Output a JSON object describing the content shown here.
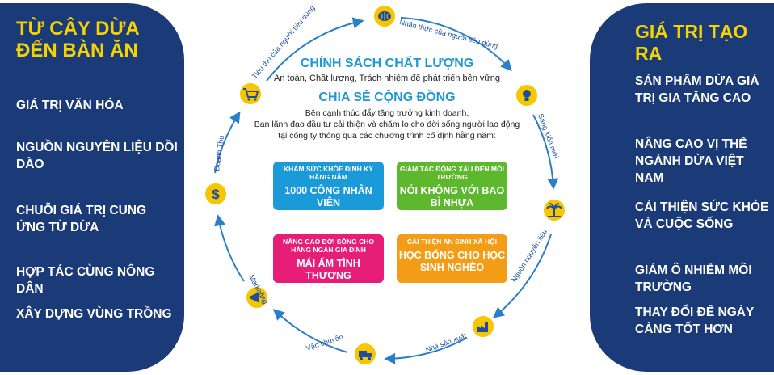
{
  "left_panel": {
    "title_line1": "TỪ CÂY DỪA",
    "title_line2": "ĐẾN BÀN ĂN",
    "items": [
      "GIÁ TRỊ VĂN HÓA",
      "NGUỒN NGUYÊN LIỆU DỒI DÀO",
      "CHUỖI GIÁ TRỊ CUNG ỨNG TỪ DỪA",
      "HỢP TÁC CÙNG NÔNG DÂN",
      "XÂY DỰNG VÙNG TRỒNG"
    ]
  },
  "right_panel": {
    "title": "GIÁ TRỊ TẠO RA",
    "items": [
      "SẢN PHẨM DỪA GIÁ TRỊ GIA TĂNG CAO",
      "NÂNG CAO VỊ THẾ NGÀNH DỪA VIỆT NAM",
      "CẢI THIỆN SỨC KHỎE VÀ CUỘC SỐNG",
      "GIẢM Ô NHIỄM MÔI TRƯỜNG",
      "THAY ĐỔI ĐỂ NGÀY CÀNG TỐT HƠN"
    ]
  },
  "cycle": {
    "nodes": [
      {
        "label": "Nhận thức của người tiêu dùng",
        "icon": "brain-icon"
      },
      {
        "label": "Sáng kiến mới",
        "icon": "lightbulb-icon"
      },
      {
        "label": "Nguồn nguyên liệu",
        "icon": "palm-tree-icon"
      },
      {
        "label": "Nhà sản xuất",
        "icon": "factory-icon"
      },
      {
        "label": "Vận chuyển",
        "icon": "delivery-icon"
      },
      {
        "label": "Marketing",
        "icon": "megaphone-icon"
      },
      {
        "label": "Doanh Thu",
        "icon": "dollar-icon"
      },
      {
        "label": "Tiêu thụ của người tiêu dùng",
        "icon": "cart-icon"
      }
    ]
  },
  "center": {
    "quality_title": "CHÍNH SÁCH CHẤT LƯỢNG",
    "quality_sub": "An toàn, Chất lượng, Trách nhiệm để phát triển bền vững",
    "community_title": "CHIA SẺ CỘNG ĐỒNG",
    "community_desc_1": "Bên cạnh thúc đẩy tăng trưởng kinh doanh,",
    "community_desc_2": "Ban lãnh đạo đầu tư cải thiện và chăm lo cho đời sống người lao động",
    "community_desc_3": "tại công ty thông qua các chương trình cố định hằng năm:"
  },
  "boxes": [
    {
      "sub": "KHÁM SỨC KHỎE ĐỊNH KỲ HẰNG NĂM",
      "main": "1000 CÔNG NHÂN VIÊN",
      "color": "#1a9ad9"
    },
    {
      "sub": "GIẢM TÁC ĐỘNG XẤU ĐẾN MÔI TRƯỜNG",
      "main": "NÓI KHÔNG VỚI BAO BÌ NHỰA",
      "color": "#5db82e"
    },
    {
      "sub": "NÂNG CAO ĐỜI SỐNG CHO HÀNG NGÀN GIA ĐÌNH",
      "main": "MÁI ẤM TÌNH THƯƠNG",
      "color": "#e61e78"
    },
    {
      "sub": "CẢI THIỆN AN SINH XÃ HỘI",
      "main": "HỌC BỔNG CHO HỌC SINH NGHÈO",
      "color": "#f39c16"
    }
  ],
  "colors": {
    "panel": "#1b3a78",
    "title_yellow": "#f5d300",
    "accent_blue": "#1f98d5",
    "node_fill": "#f7c600",
    "arrow": "#2a7fc9"
  }
}
